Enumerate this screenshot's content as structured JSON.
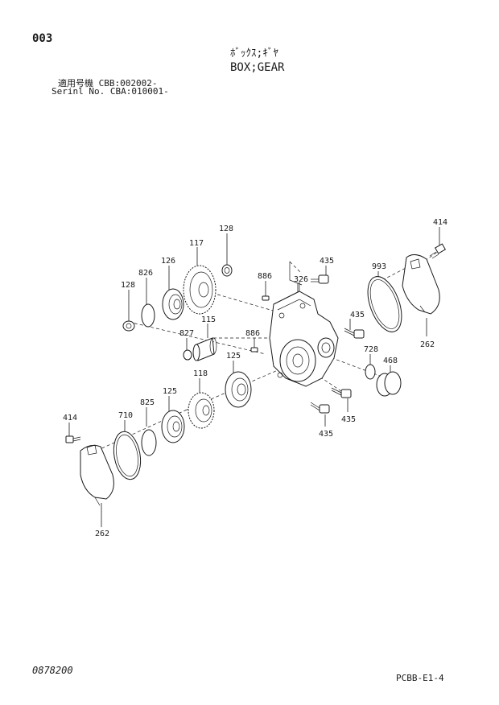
{
  "header": {
    "page_no": "003",
    "title_jp": "ﾎﾞｯｸｽ;ｷﾞﾔ",
    "title_en": "BOX;GEAR",
    "applicability_1": "適用号機  CBB:002002-",
    "applicability_2": "Serinl No. CBA:010001-"
  },
  "labels": {
    "p414_right": "414",
    "p128_top": "128",
    "p117": "117",
    "p126": "126",
    "p826": "826",
    "p128_left": "128",
    "p886_top": "886",
    "p326": "326",
    "p435_top": "435",
    "p993": "993",
    "p435_mid": "435",
    "p115": "115",
    "p827": "827",
    "p886_mid": "886",
    "p728": "728",
    "p468": "468",
    "p262_right": "262",
    "p125_top": "125",
    "p118": "118",
    "p435_bottom_r": "435",
    "p435_bottom_l": "435",
    "p825": "825",
    "p125_bottom": "125",
    "p710": "710",
    "p414_left": "414",
    "p262_left": "262"
  },
  "footer": {
    "left_code": "0878200",
    "right_code": "PCBB-E1-4"
  }
}
